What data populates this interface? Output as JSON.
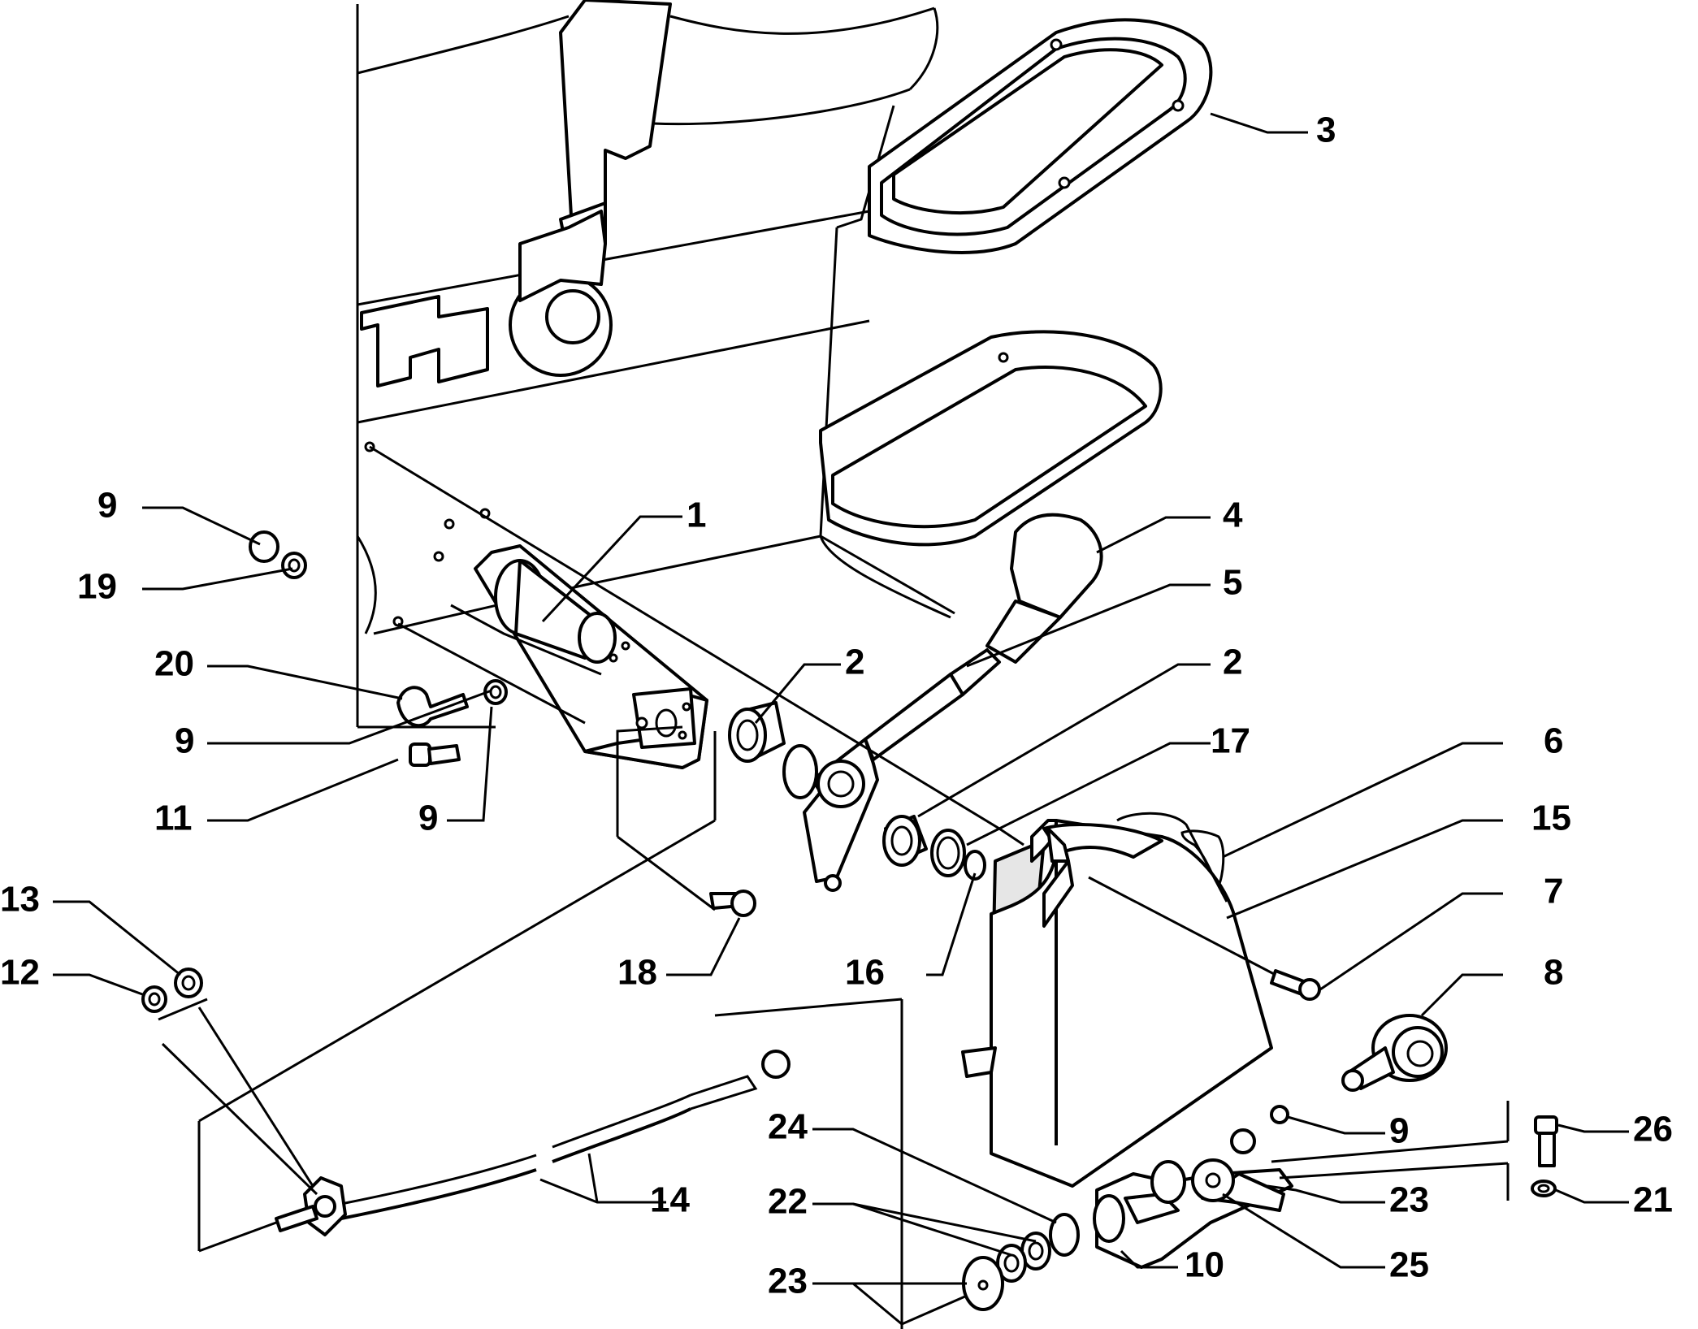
{
  "diagram": {
    "callouts": [
      {
        "id": "c1",
        "text": "1"
      },
      {
        "id": "c2a",
        "text": "2"
      },
      {
        "id": "c2b",
        "text": "2"
      },
      {
        "id": "c3",
        "text": "3"
      },
      {
        "id": "c4",
        "text": "4"
      },
      {
        "id": "c5",
        "text": "5"
      },
      {
        "id": "c6",
        "text": "6"
      },
      {
        "id": "c7",
        "text": "7"
      },
      {
        "id": "c8",
        "text": "8"
      },
      {
        "id": "c9a",
        "text": "9"
      },
      {
        "id": "c9b",
        "text": "9"
      },
      {
        "id": "c9c",
        "text": "9"
      },
      {
        "id": "c9d",
        "text": "9"
      },
      {
        "id": "c10",
        "text": "10"
      },
      {
        "id": "c11",
        "text": "11"
      },
      {
        "id": "c12",
        "text": "12"
      },
      {
        "id": "c13",
        "text": "13"
      },
      {
        "id": "c14",
        "text": "14"
      },
      {
        "id": "c15",
        "text": "15"
      },
      {
        "id": "c16",
        "text": "16"
      },
      {
        "id": "c17",
        "text": "17"
      },
      {
        "id": "c18",
        "text": "18"
      },
      {
        "id": "c19",
        "text": "19"
      },
      {
        "id": "c20",
        "text": "20"
      },
      {
        "id": "c21",
        "text": "21"
      },
      {
        "id": "c22",
        "text": "22"
      },
      {
        "id": "c23a",
        "text": "23"
      },
      {
        "id": "c23b",
        "text": "23"
      },
      {
        "id": "c24",
        "text": "24"
      },
      {
        "id": "c25",
        "text": "25"
      },
      {
        "id": "c26",
        "text": "26"
      }
    ]
  }
}
